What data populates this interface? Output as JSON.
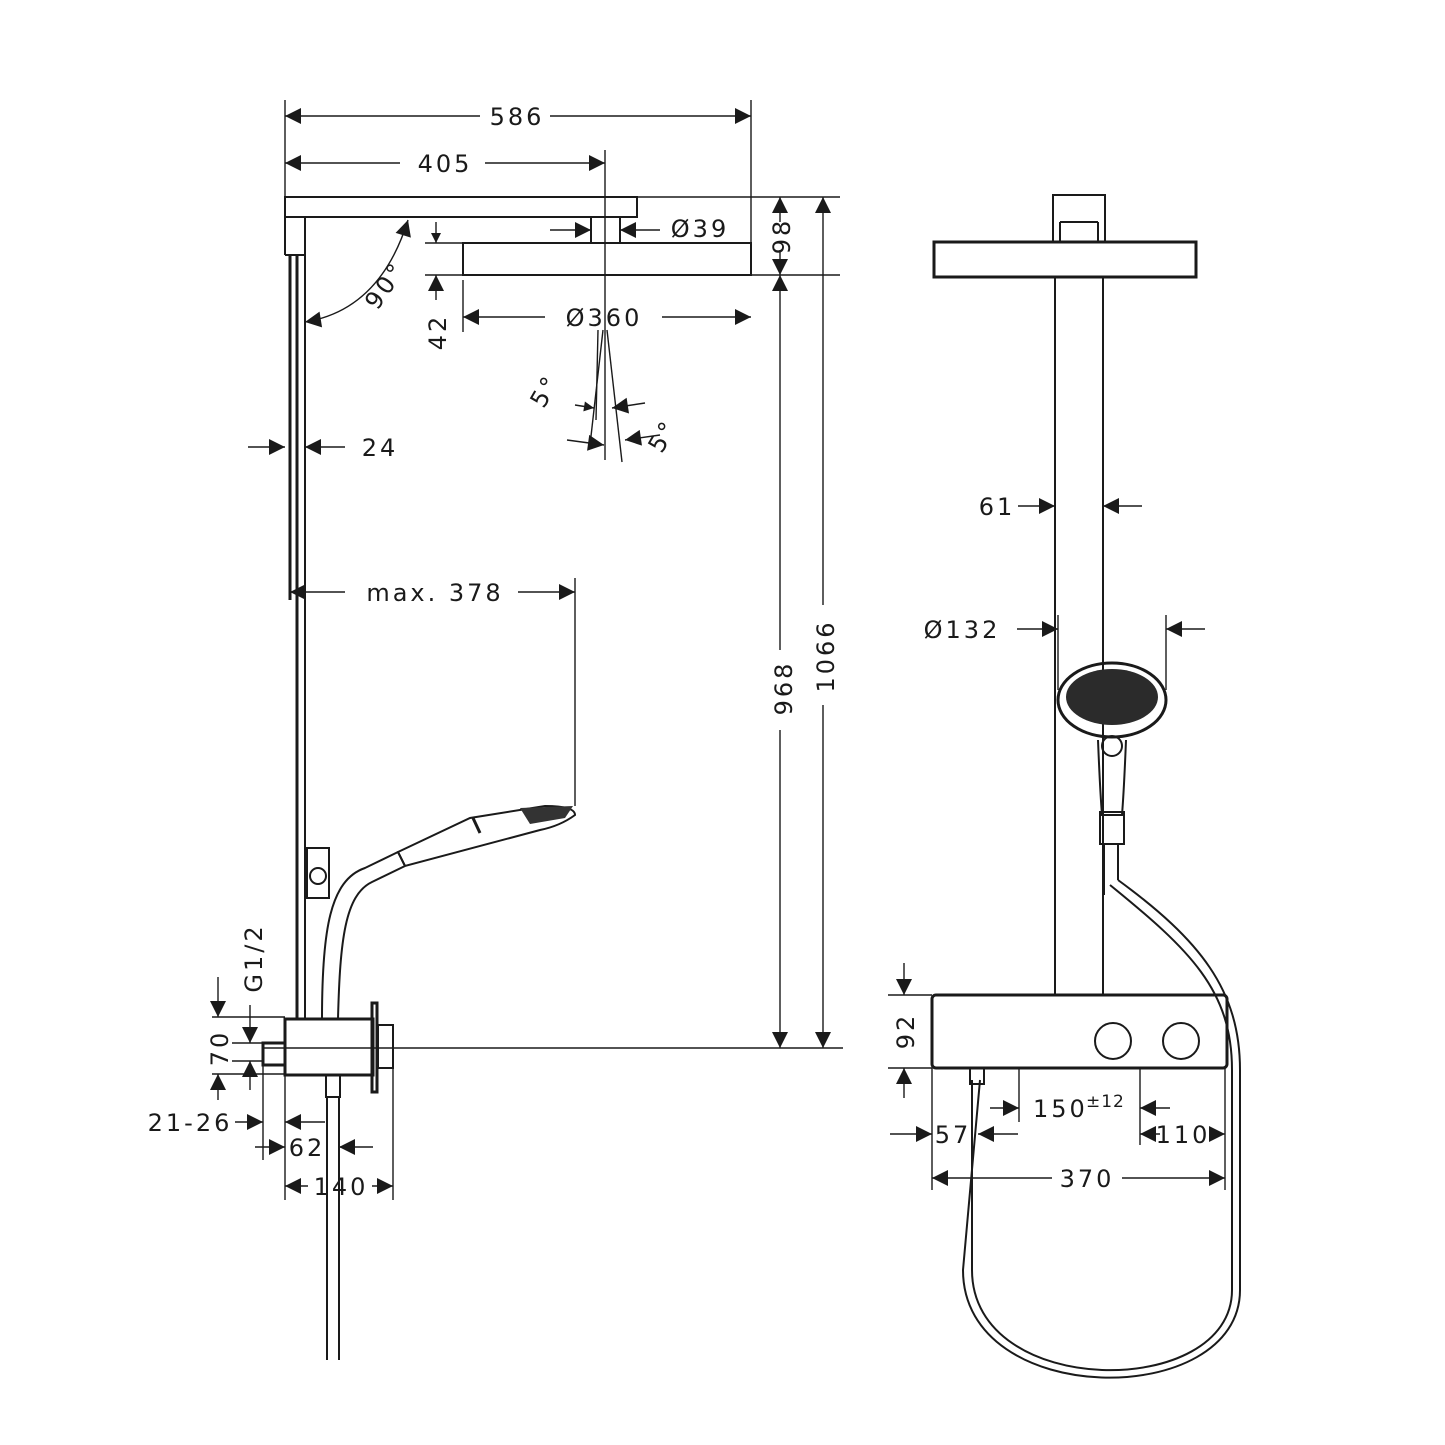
{
  "drawing": {
    "side_view": {
      "overall_width": "586",
      "arm_length": "405",
      "connector_diameter": "Ø39",
      "head_thickness_gap": "98",
      "head_offset": "42",
      "head_diameter": "Ø360",
      "arm_angle": "90°",
      "tilt_angle_left": "5°",
      "tilt_angle_right": "5°",
      "rail_width": "24",
      "hand_shower_reach": "max. 378",
      "head_height": "968",
      "total_height": "1066",
      "inlet_thread": "G1/2",
      "inlet_height": "70",
      "wall_offset": "21-26",
      "outlet_offset": "62",
      "mixer_depth": "140"
    },
    "front_view": {
      "pole_width": "61",
      "hand_shower_diameter": "Ø132",
      "mixer_height": "92",
      "inlet_spacing": "150",
      "inlet_tolerance": "±12",
      "left_offset": "57",
      "right_offset": "110",
      "mixer_width": "370"
    },
    "colors": {
      "line": "#1a1a1a",
      "background": "#ffffff"
    }
  }
}
